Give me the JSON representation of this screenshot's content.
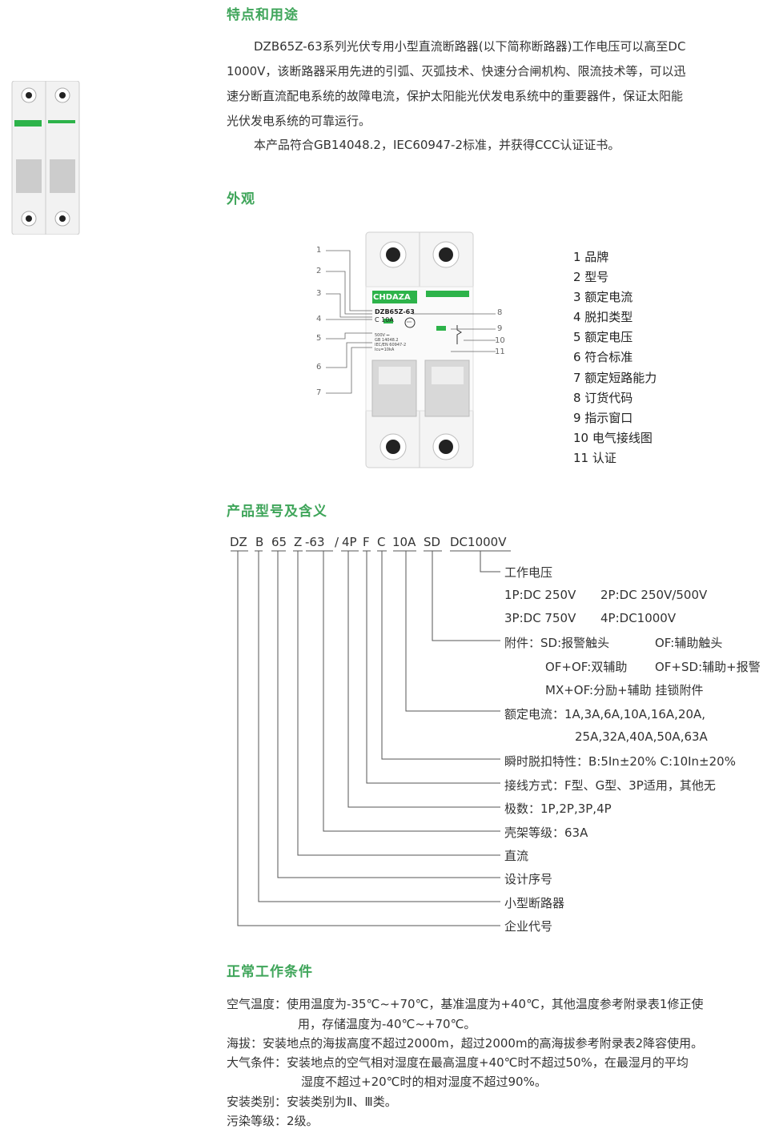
{
  "section1": {
    "heading": "特点和用途",
    "para1_line1": "DZB65Z-63系列光伏专用小型直流断路器(以下简称断路器)工作电压可以高至DC",
    "para1_line2": "1000V，该断路器采用先进的引弧、灭弧技术、快速分合闸机构、限流技术等，可以迅",
    "para1_line3": "速分断直流配电系统的故障电流，保护太阳能光伏发电系统中的重要器件，保证太阳能",
    "para1_line4": "光伏发电系统的可靠运行。",
    "para2": "本产品符合GB14048.2，IEC60947-2标准，并获得CCC认证证书。"
  },
  "section2": {
    "heading": "外观",
    "device": {
      "brand": "CHDAZA",
      "model": "DZB65Z-63",
      "rating": "C 10A",
      "spec_lines": [
        "500V ⎓",
        "GB 14048.2",
        "IEC/EN 60947-2",
        "Icu=10kA"
      ],
      "ccc_mark": "CCC"
    },
    "legend": [
      "1 品牌",
      "2 型号",
      "3 额定电流",
      "4 脱扣类型",
      "5 额定电压",
      "6 符合标准",
      "7 额定短路能力",
      "8 订货代码",
      "9 指示窗口",
      "10 电气接线图",
      "11 认证"
    ],
    "callouts_left": [
      "1",
      "2",
      "3",
      "4",
      "5",
      "6",
      "7"
    ],
    "callouts_right": [
      "8",
      "9",
      "10",
      "11"
    ]
  },
  "section3": {
    "heading": "产品型号及含义",
    "model_parts": [
      "DZ",
      "B",
      "65",
      "Z",
      "-63",
      "/",
      "4P",
      "F",
      "C",
      "10A",
      "SD",
      "DC1000V"
    ],
    "meanings": {
      "voltage": "工作电压",
      "voltage_1p": "1P:DC 250V",
      "voltage_2p": "2P:DC 250V/500V",
      "voltage_3p": "3P:DC 750V",
      "voltage_4p": "4P:DC1000V",
      "accessory_1": "附件：SD:报警触头",
      "accessory_2": "OF:辅助触头",
      "accessory_3": "OF+OF:双辅助",
      "accessory_4": "OF+SD:辅助+报警",
      "accessory_5": "MX+OF:分励+辅助 挂锁附件",
      "current_1": "额定电流：1A,3A,6A,10A,16A,20A,",
      "current_2": "25A,32A,40A,50A,63A",
      "trip": "瞬时脱扣特性：B:5In±20%  C:10In±20%",
      "wiring": "接线方式：F型、G型、3P适用，其他无",
      "poles": "极数：1P,2P,3P,4P",
      "frame": "壳架等级：63A",
      "dc": "直流",
      "design": "设计序号",
      "mcb": "小型断路器",
      "company": "企业代号"
    }
  },
  "section4": {
    "heading": "正常工作条件",
    "air_temp_1": "空气温度：使用温度为-35℃~+70℃，基准温度为+40℃，其他温度参考附录表1修正使",
    "air_temp_2": "用，存储温度为-40℃~+70℃。",
    "altitude": "海拔：安装地点的海拔高度不超过2000m，超过2000m的高海拔参考附录表2降容使用。",
    "atmos_1": "大气条件：安装地点的空气相对湿度在最高温度+40℃时不超过50%，在最湿月的平均",
    "atmos_2": "湿度不超过+20℃时的相对湿度不超过90%。",
    "install": "安装类别：安装类别为Ⅱ、Ⅲ类。",
    "pollution": "污染等级：2级。"
  },
  "colors": {
    "accent": "#3fa55a",
    "text": "#333333",
    "device_green": "#2db34a"
  }
}
